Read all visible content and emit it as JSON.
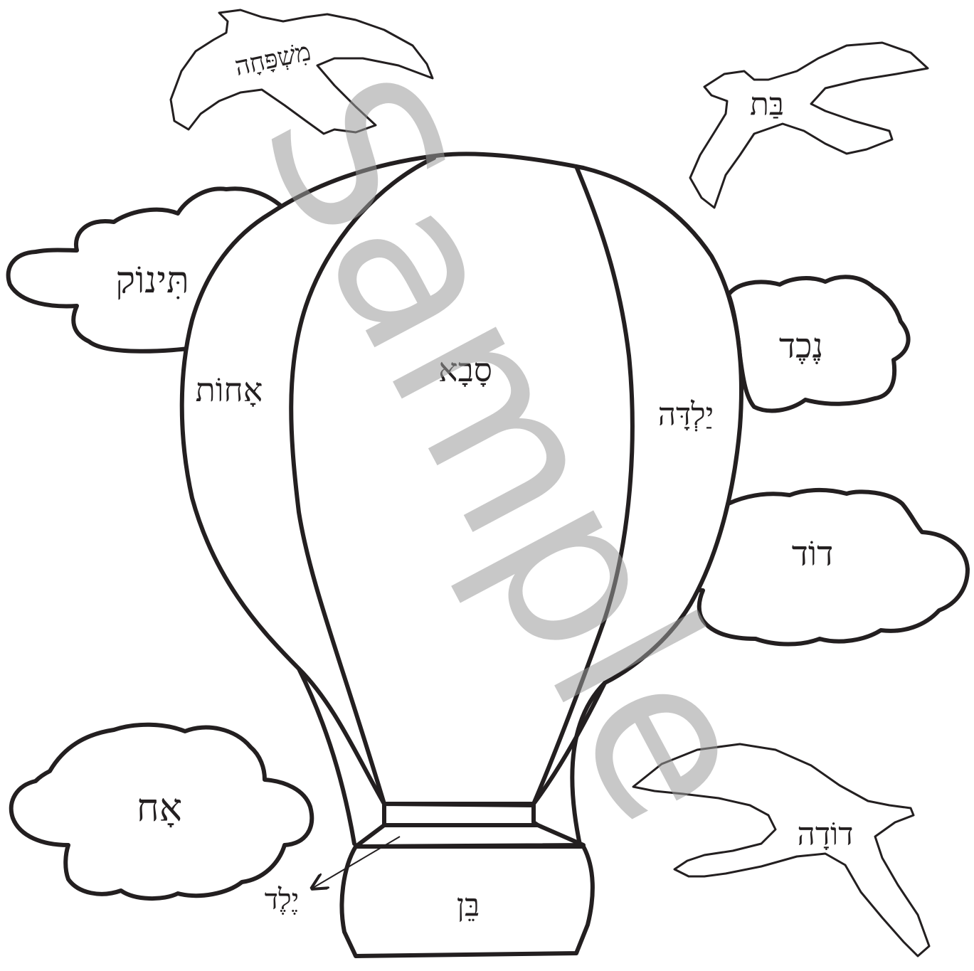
{
  "watermark": "Sample",
  "words": {
    "bird_top_left": "מִשְׁפָּחָה",
    "bird_top_right": "בַּת",
    "bird_bottom_right": "דוֹדָה",
    "cloud_left_top": "תִּינוֹק",
    "cloud_right_top": "נֶכֶד",
    "cloud_right_middle": "דוֹד",
    "cloud_left_bottom": "אָח",
    "balloon_left": "אָחוֹת",
    "balloon_center": "סָבָא",
    "balloon_right": "יַלְדָּה",
    "basket": "בֵּן",
    "arrow_label": "יֶלֶד"
  },
  "colors": {
    "ink": "#231f20",
    "watermark": "#9a9a9a",
    "background": "#ffffff"
  }
}
